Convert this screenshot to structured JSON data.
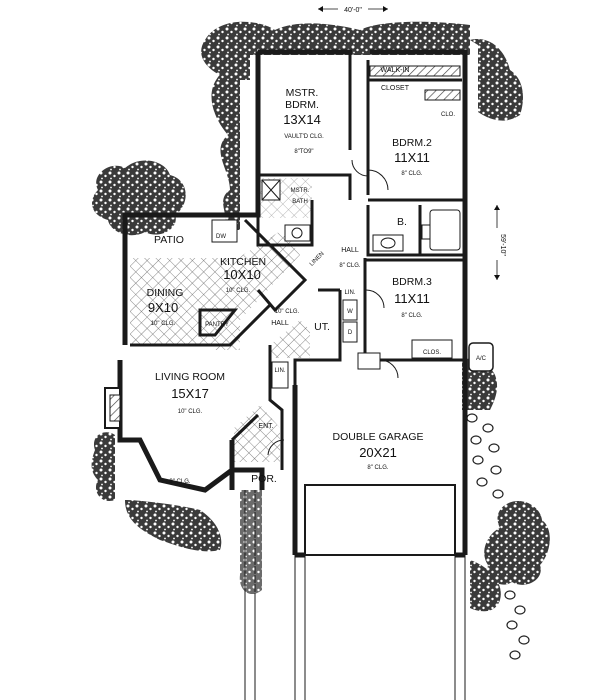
{
  "dimensions": {
    "width": "40'-0\"",
    "depth": "59'-10\""
  },
  "rooms": {
    "master": {
      "name1": "MSTR.",
      "name2": "BDRM.",
      "size": "13X14",
      "note1": "VAULT'D CLG.",
      "note2": "8\"TO9\""
    },
    "closet": {
      "name1": "WALK-IN",
      "name2": "CLOSET",
      "small": "CLO."
    },
    "bdrm2": {
      "name": "BDRM.2",
      "size": "11X11",
      "ceiling": "8\" CLG."
    },
    "mbath": {
      "name1": "MSTR.",
      "name2": "BATH"
    },
    "bath": {
      "name": "B."
    },
    "patio": {
      "name": "PATIO",
      "dw": "DW"
    },
    "kitchen": {
      "name": "KITCHEN",
      "size": "10X10",
      "ceiling": "10\" CLG."
    },
    "linen_upper": "LINEN",
    "hall_upper": {
      "name": "HALL",
      "ceiling": "8\" CLG."
    },
    "dining": {
      "name": "DINING",
      "size": "9X10",
      "ceiling": "10\" CLG."
    },
    "pantry": "PANTRY",
    "hall_lower": {
      "ceiling": "10\" CLG.",
      "name": "HALL"
    },
    "utility": {
      "name": "UT.",
      "lin": "LIN.",
      "w": "W",
      "d": "D"
    },
    "bdrm3": {
      "name": "BDRM.3",
      "size": "11X11",
      "ceiling": "8\" CLG.",
      "closet": "CLOS."
    },
    "ac": "A/C",
    "living": {
      "name": "LIVING ROOM",
      "size": "15X17",
      "ceiling": "10\" CLG.",
      "bay": "9\" CLG."
    },
    "lin_entry": "LIN.",
    "entry": "ENT.",
    "porch": "POR.",
    "garage": {
      "name": "DOUBLE GARAGE",
      "size": "20X21",
      "ceiling": "8\" CLG."
    }
  },
  "colors": {
    "ink": "#111111",
    "wall": "#1a1a1a",
    "paper": "#ffffff"
  }
}
